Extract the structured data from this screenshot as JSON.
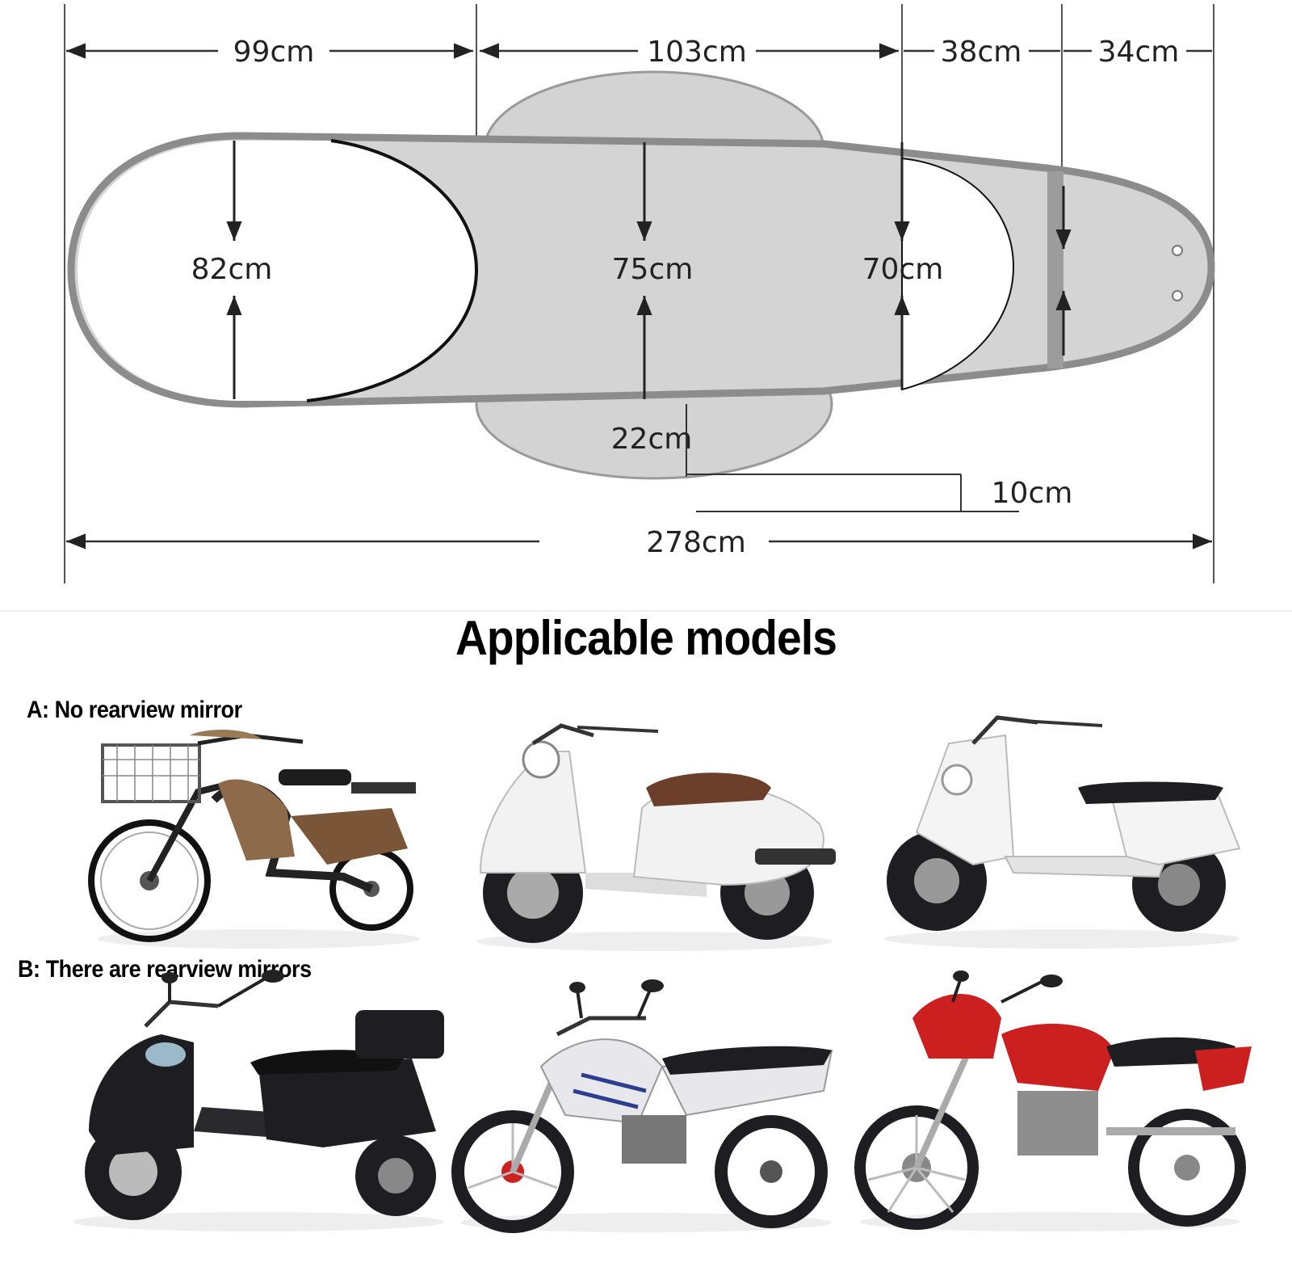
{
  "diagram": {
    "segments": [
      "99cm",
      "103cm",
      "38cm",
      "34cm"
    ],
    "widths": [
      "82cm",
      "75cm",
      "70cm"
    ],
    "flap": "22cm",
    "offset": "10cm",
    "total": "278cm"
  },
  "models": {
    "heading": "Applicable models",
    "group_a": "A: No rearview mirror",
    "group_b": "B: There are rearview mirrors"
  },
  "colors": {
    "cover_fill": "#d4d4d4",
    "cover_outline": "#8c8c8c",
    "dimension_lines": "#333333",
    "bike_red": "#cc1f1f",
    "bike_white": "#f2f2f2",
    "bike_black": "#1e1e22",
    "bike_brown": "#7a5538"
  }
}
